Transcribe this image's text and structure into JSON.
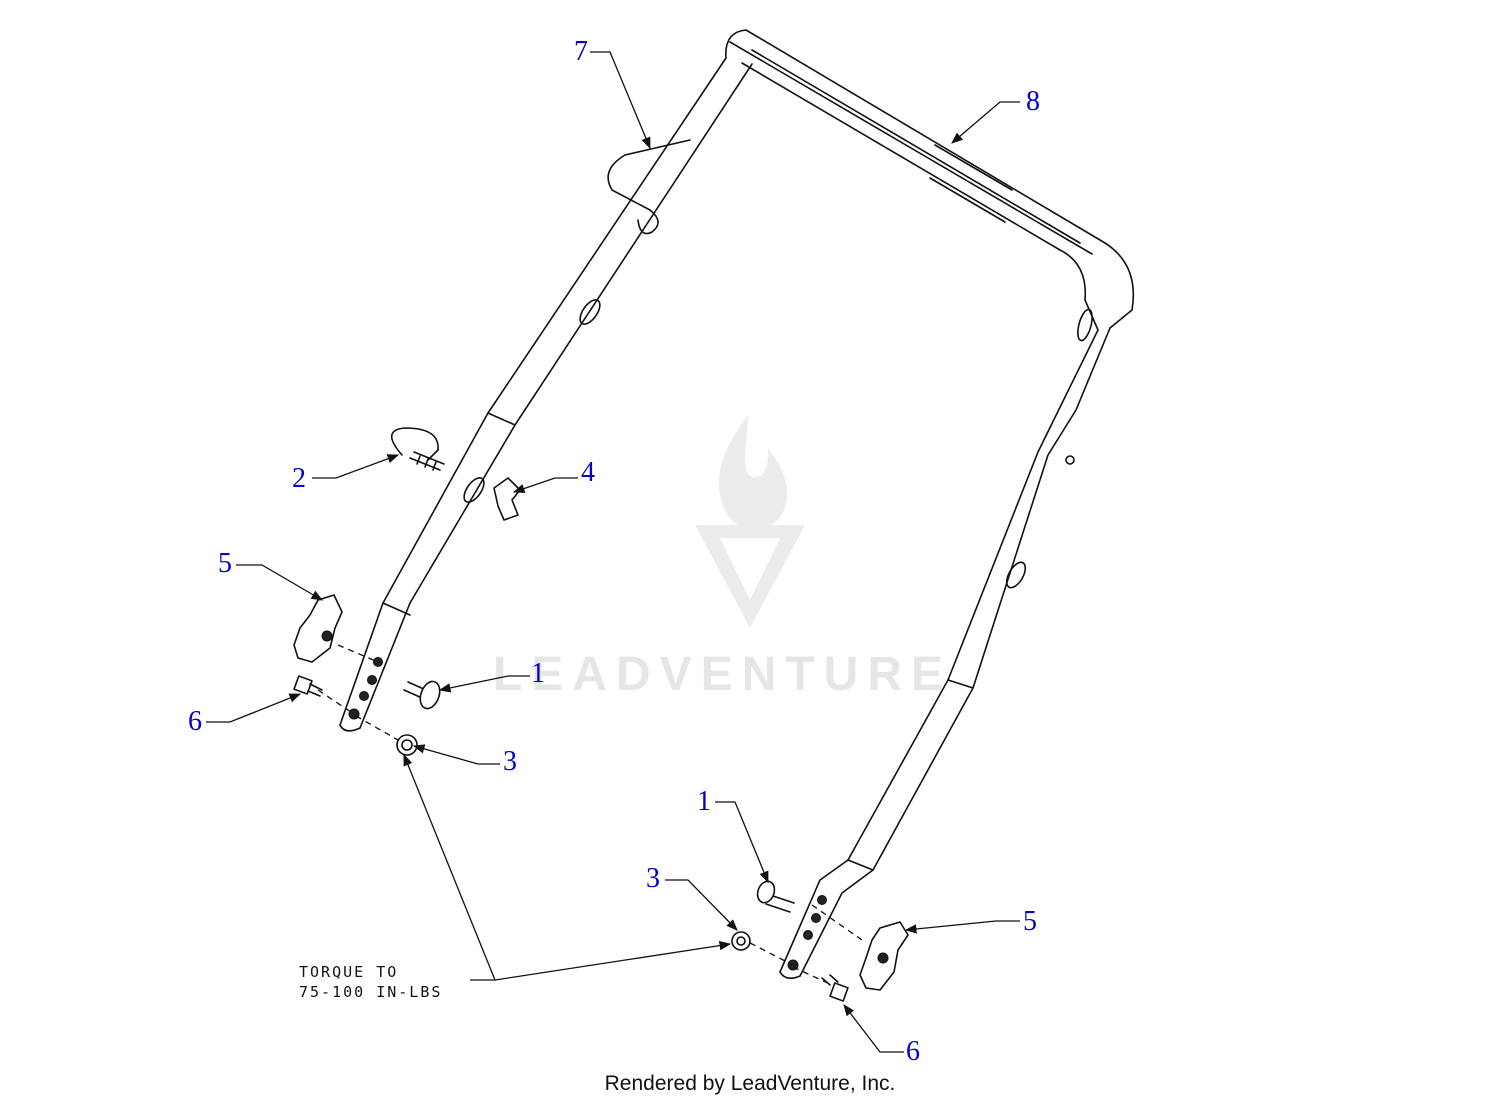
{
  "watermark": {
    "text": "LEADVENTURE",
    "color": "#e6e6e6"
  },
  "note": {
    "line1": "TORQUE TO",
    "line2": "75-100 IN-LBS"
  },
  "credit": "Rendered by LeadVenture, Inc.",
  "callouts": [
    {
      "id": "7",
      "label": "7"
    },
    {
      "id": "8",
      "label": "8"
    },
    {
      "id": "2",
      "label": "2"
    },
    {
      "id": "4",
      "label": "4"
    },
    {
      "id": "5a",
      "label": "5"
    },
    {
      "id": "1a",
      "label": "1"
    },
    {
      "id": "6a",
      "label": "6"
    },
    {
      "id": "3a",
      "label": "3"
    },
    {
      "id": "1b",
      "label": "1"
    },
    {
      "id": "3b",
      "label": "3"
    },
    {
      "id": "5b",
      "label": "5"
    },
    {
      "id": "6b",
      "label": "6"
    }
  ],
  "colors": {
    "callout": "#0000c8",
    "line": "#111111"
  }
}
